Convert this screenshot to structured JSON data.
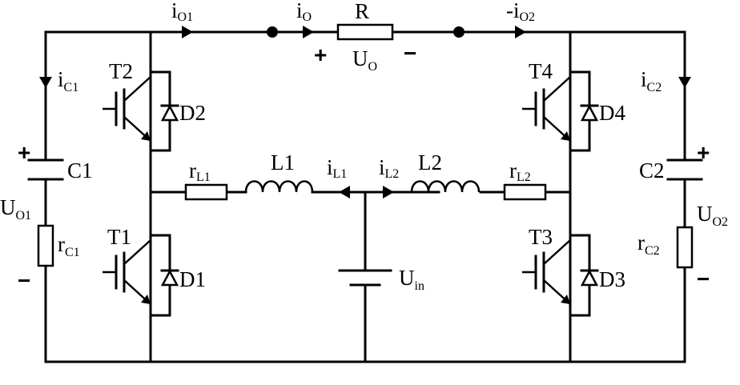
{
  "labels": {
    "i_o1": {
      "main": "i",
      "sub": "O1"
    },
    "i_o": {
      "main": "i",
      "sub": "O"
    },
    "R": "R",
    "minus_i_o2": {
      "main": "-i",
      "sub": "O2"
    },
    "u_o": {
      "main": "U",
      "sub": "O"
    },
    "i_c1": {
      "main": "i",
      "sub": "C1"
    },
    "i_c2": {
      "main": "i",
      "sub": "C2"
    },
    "T1": "T1",
    "T2": "T2",
    "T3": "T3",
    "T4": "T4",
    "D1": "D1",
    "D2": "D2",
    "D3": "D3",
    "D4": "D4",
    "C1": "C1",
    "C2": "C2",
    "u_o1": {
      "main": "U",
      "sub": "O1"
    },
    "u_o2": {
      "main": "U",
      "sub": "O2"
    },
    "r_c1": {
      "main": "r",
      "sub": "C1"
    },
    "r_c2": {
      "main": "r",
      "sub": "C2"
    },
    "r_l1": {
      "main": "r",
      "sub": "L1"
    },
    "r_l2": {
      "main": "r",
      "sub": "L2"
    },
    "L1": "L1",
    "L2": "L2",
    "i_l1": {
      "main": "i",
      "sub": "L1"
    },
    "i_l2": {
      "main": "i",
      "sub": "L2"
    },
    "u_in": {
      "main": "U",
      "sub": "in"
    }
  },
  "signs": {
    "plus": "+",
    "minus": "−"
  }
}
